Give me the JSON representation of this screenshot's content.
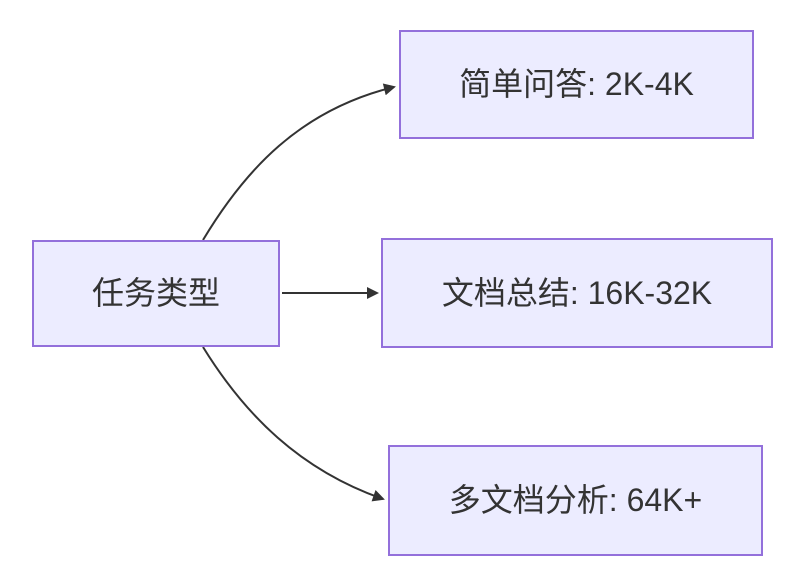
{
  "diagram": {
    "type": "flowchart",
    "direction": "left-to-right",
    "root": {
      "id": "task-type",
      "label": "任务类型"
    },
    "children": [
      {
        "id": "simple-qa",
        "label": "简单问答: 2K-4K"
      },
      {
        "id": "doc-summary",
        "label": "文档总结: 16K-32K"
      },
      {
        "id": "multi-doc-analysis",
        "label": "多文档分析: 64K+"
      }
    ],
    "edges": [
      {
        "from": "task-type",
        "to": "simple-qa"
      },
      {
        "from": "task-type",
        "to": "doc-summary"
      },
      {
        "from": "task-type",
        "to": "multi-doc-analysis"
      }
    ]
  },
  "colors": {
    "node-fill": "#ECECFF",
    "node-border": "#9370DB",
    "edge": "#333333",
    "text": "#333333",
    "background": "#FFFFFF"
  }
}
